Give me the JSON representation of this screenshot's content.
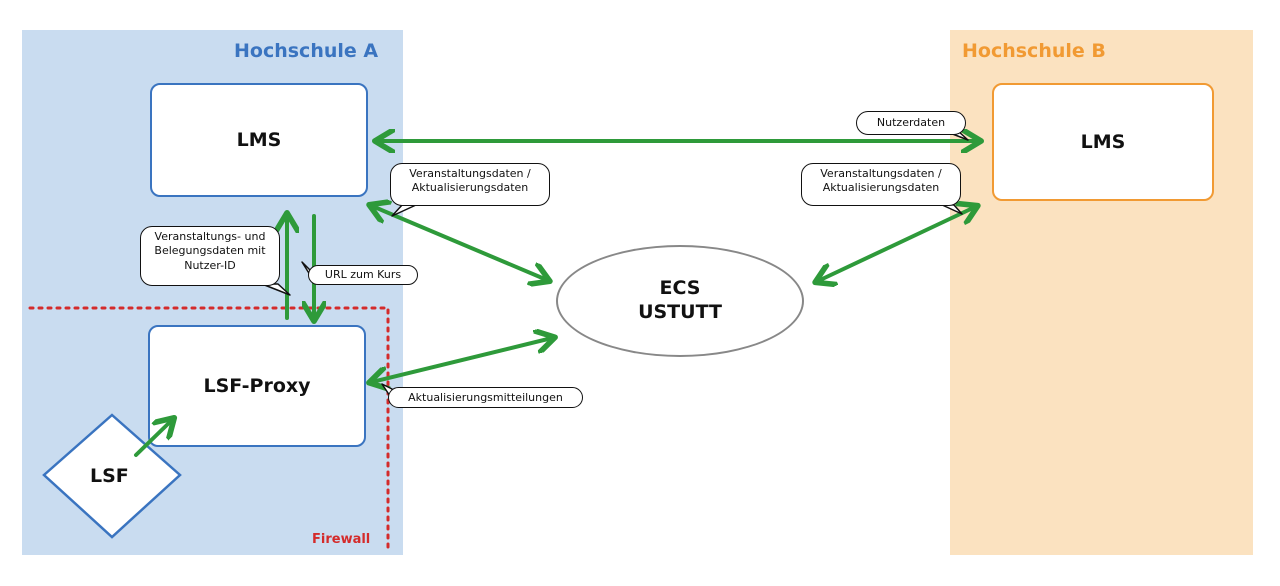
{
  "zones": {
    "hochschule_a": "Hochschule A",
    "hochschule_b": "Hochschule B"
  },
  "nodes": {
    "lms_a": "LMS",
    "lms_b": "LMS",
    "lsf_proxy": "LSF-Proxy",
    "lsf": "LSF",
    "ecs_line1": "ECS",
    "ecs_line2": "USTUTT"
  },
  "labels": {
    "nutzerdaten": "Nutzerdaten",
    "veranstaltungsdaten_left": "Veranstaltungsdaten /\nAktualisierungsdaten",
    "veranstaltungsdaten_right": "Veranstaltungsdaten /\nAktualisierungsdaten",
    "belegungsdaten": "Veranstaltungs- und\nBelegungsdaten mit\nNutzer-ID",
    "url_zum_kurs": "URL zum Kurs",
    "aktualisierungsmitteilungen": "Aktualisierungsmitteilungen",
    "firewall": "Firewall"
  },
  "colors": {
    "zone_a_bg": "#c9dcf0",
    "zone_b_bg": "#fbe2c0",
    "zone_a_accent": "#3a74c0",
    "zone_b_accent": "#f19a33",
    "arrow": "#2e9a3a",
    "firewall": "#d42b2b",
    "ecs_border": "#888888"
  }
}
